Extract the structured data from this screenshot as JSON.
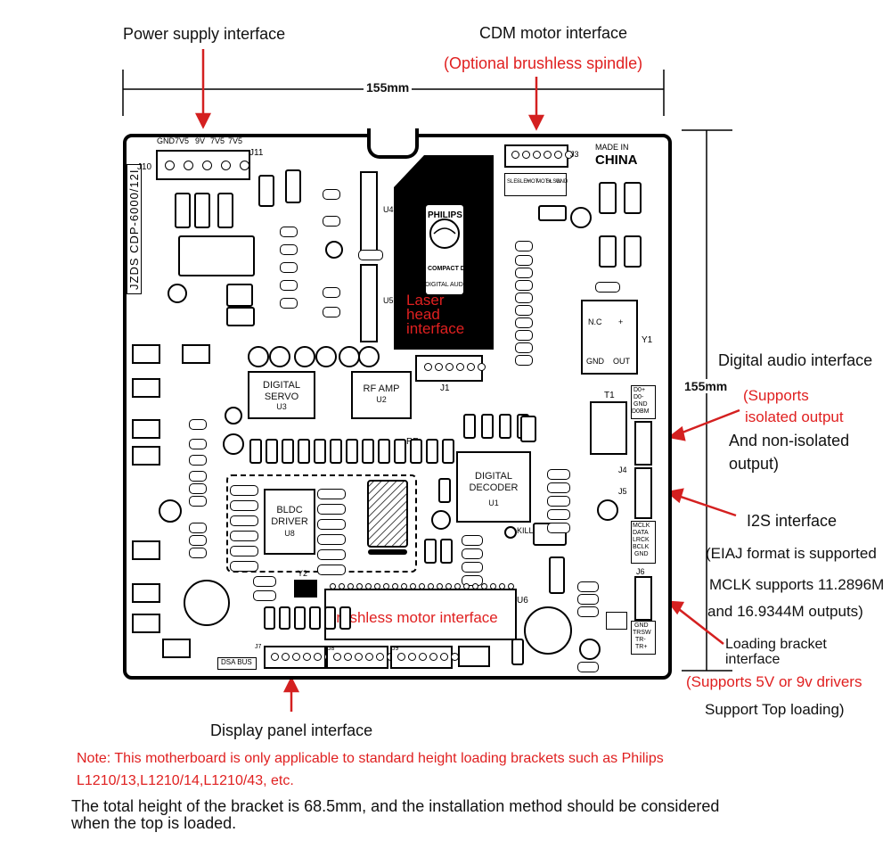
{
  "labels": {
    "power_supply": "Power supply interface",
    "cdm_motor": "CDM motor interface",
    "optional_spindle": "(Optional brushless spindle)",
    "width_dim": "155mm",
    "height_dim": "155mm",
    "digital_audio": "Digital audio interface",
    "supports_isolated_1": "(Supports",
    "supports_isolated_2": "isolated output",
    "non_isolated_1": "And non-isolated",
    "non_isolated_2": "output)",
    "i2s": "I2S interface",
    "eiaj": "(EIAJ format is supported",
    "mclk_1": "MCLK supports 11.2896M",
    "mclk_2": "and 16.9344M outputs)",
    "loading_1": "Loading bracket",
    "loading_2": "interface",
    "drivers": "(Supports 5V or 9v drivers",
    "top_loading": "Support Top loading)",
    "display_panel": "Display panel interface",
    "laser_head_1": "Laser",
    "laser_head_2": "head",
    "laser_head_3": "interface",
    "brushless_motor": "Brushless motor interface",
    "note_1": "Note: This motherboard is only applicable to standard height loading brackets such as Philips",
    "note_2": "L1210/13,L1210/14,L1210/43, etc.",
    "total_1": "The total height of the bracket is 68.5mm, and the installation method should be considered",
    "total_2": "when the top is loaded."
  },
  "pcb": {
    "j10": "J10",
    "j11": "J11",
    "j3": "J3",
    "j1": "J1",
    "j4": "J4",
    "j5": "J5",
    "j6": "J6",
    "j7": "J7",
    "j8": "J8",
    "j9": "J9",
    "u1": "DIGITAL DECODER",
    "u1_ref": "U1",
    "u2": "RF AMP",
    "u2_ref": "U2",
    "u3": "DIGITAL SERVO",
    "u3_ref": "U3",
    "u4": "U4",
    "u5": "U5",
    "u6": "U6",
    "u8": "BLDC DRIVER",
    "u8_ref": "U8",
    "y1": "Y1",
    "y2": "Y2",
    "t1": "T1",
    "model": "JZDS CDP-6000/12I",
    "made_in": "MADE IN",
    "china": "CHINA",
    "philips": "PHILIPS",
    "compact_disc": "COMPACT DISC",
    "digital_audio_logo": "DIGITAL AUDIO",
    "dsa_bus": "DSA BUS",
    "kill": "KILL",
    "rf": "RF",
    "power_pins": [
      "GND",
      "7V5",
      "9V",
      "7V5",
      "7V5"
    ],
    "j3_pins": [
      "SLE-",
      "SLE+",
      "MOT-",
      "MOT+",
      "SLSW",
      "GND"
    ],
    "j4_pins": [
      "D0+",
      "D0-",
      "GND",
      "D0BM"
    ],
    "j5_pins": [
      "MCLK",
      "DATA",
      "LRCK",
      "BCLK",
      "GND"
    ],
    "j6_pins": [
      "GND",
      "TRSW",
      "TR-",
      "TR+"
    ],
    "y1_pins": [
      "N.C",
      "+",
      "GND",
      "OUT"
    ]
  },
  "colors": {
    "accent_red": "#e02020",
    "pcb_ink": "#000000"
  }
}
